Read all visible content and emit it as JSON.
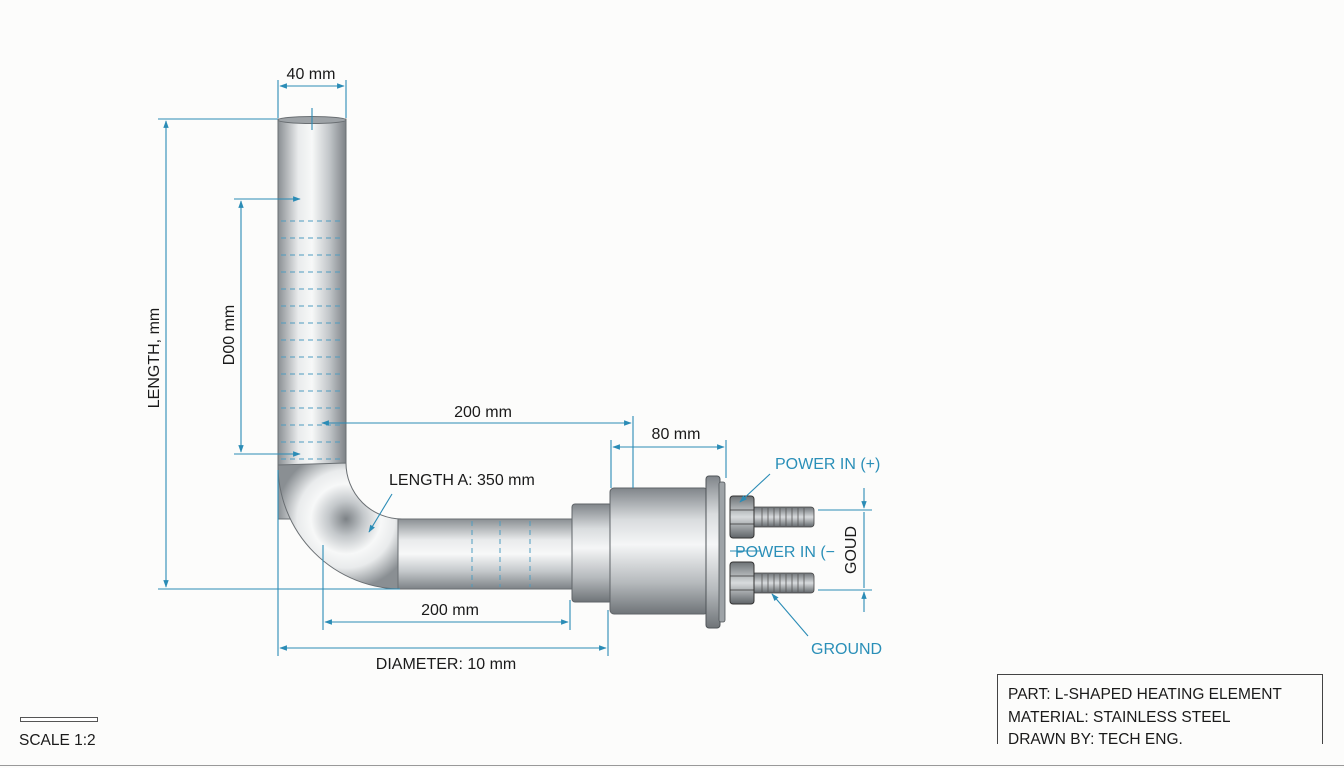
{
  "labels": {
    "width_top": "40 mm",
    "length_vertical": "LENGTH, mm",
    "d00": "D00 mm",
    "horiz_200_upper": "200 mm",
    "flange_80": "80 mm",
    "length_a": "LENGTH A: 350 mm",
    "horiz_200_lower": "200 mm",
    "diameter": "DIAMETER: 10 mm",
    "goud": "GOUD"
  },
  "callouts": {
    "power_in_plus": "POWER IN (+)",
    "power_in_minus": "POWER IN (−",
    "ground": "GROUND"
  },
  "title_block": {
    "part": "PART: L-SHAPED HEATING ELEMENT",
    "material": "MATERIAL: STAINLESS STEEL",
    "drawn_by": "DRAWN BY: TECH ENG."
  },
  "scale": "SCALE 1:2",
  "colors": {
    "dimension": "#2b8cb6",
    "callout": "#2a8fb8",
    "steel_dark": "#8e9397",
    "steel_light": "#f4f5f6"
  }
}
